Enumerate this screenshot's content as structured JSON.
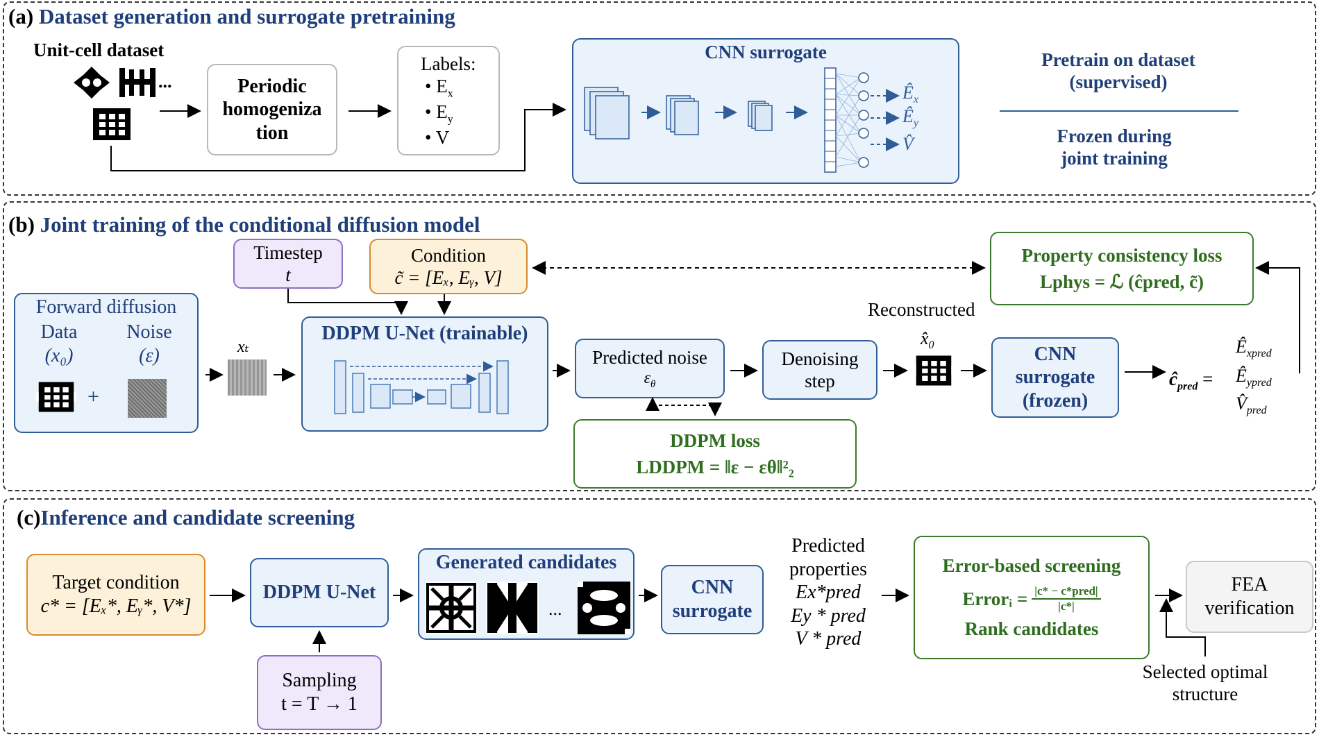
{
  "panel_a": {
    "tag": "(a)",
    "title": "Dataset generation and surrogate pretraining",
    "unitcell_label": "Unit-cell dataset",
    "ellipsis": "...",
    "homog": [
      "Periodic",
      "homogeniza",
      "tion"
    ],
    "labels_title": "Labels:",
    "labels": [
      "E",
      "E",
      "V"
    ],
    "label_subs": [
      "x",
      "y",
      ""
    ],
    "cnn_title": "CNN surrogate",
    "outputs": [
      "Ê",
      "Ê",
      "V̂"
    ],
    "output_subs": [
      "x",
      "y",
      ""
    ],
    "note_top": [
      "Pretrain on dataset",
      "(supervised)"
    ],
    "note_bottom": [
      "Frozen during",
      "joint training"
    ]
  },
  "panel_b": {
    "tag": "(b)",
    "title": "Joint training of the conditional diffusion model",
    "timestep": "Timestep",
    "timestep_sym": "t",
    "condition": "Condition",
    "condition_eq": "c̃ = [Eₓ, Eᵧ, V]",
    "forward_title": "Forward diffusion",
    "data_label": "Data",
    "data_sym": "(x₀)",
    "noise_label": "Noise",
    "noise_sym": "(ε)",
    "plus": "+",
    "xt": "xₜ",
    "unet": "DDPM U-Net (trainable)",
    "pred_noise": "Predicted noise",
    "eps_theta": "ε",
    "eps_theta_sub": "θ",
    "denoise": [
      "Denoising",
      "step"
    ],
    "reconstructed": "Reconstructed",
    "x0hat": "x̂",
    "x0hat_sub": "0",
    "cnn_frozen": [
      "CNN",
      "surrogate",
      "(frozen)"
    ],
    "cpred": "ĉ",
    "cpred_sub": "pred",
    "eq": "=",
    "preds": [
      "Ê",
      "Ê",
      "V̂"
    ],
    "pred_subs": [
      "xpred",
      "ypred",
      "pred"
    ],
    "phys_title": "Property consistency loss",
    "phys_eq": "Lphys = ℒ (ĉpred, c̃)",
    "ddpm_loss_title": "DDPM loss",
    "ddpm_loss_eq": "LDDPM = ‖ε − εθ‖²₂"
  },
  "panel_c": {
    "tag": "(c)",
    "title": "Inference and candidate screening",
    "target_title": "Target condition",
    "target_eq": "c* = [Eₓ*, Eᵧ*, V*]",
    "unet": "DDPM U-Net",
    "sampling": [
      "Sampling",
      "t = T → 1"
    ],
    "gen_title": "Generated candidates",
    "gen_ellipsis": "...",
    "cnn": [
      "CNN",
      "surrogate"
    ],
    "pred_props": [
      "Predicted",
      "properties",
      "Ex*pred",
      "Ey * pred",
      "V * pred"
    ],
    "screen_title": "Error-based screening",
    "error_label": "Errorᵢ =",
    "error_num": "|c* − c*pred|",
    "error_den": "|c*|",
    "rank": "Rank candidates",
    "fea": [
      "FEA",
      "verification"
    ],
    "selected": [
      "Selected optimal",
      "structure"
    ]
  },
  "colors": {
    "navy": "#1f3f7a",
    "green": "#2f6d1f",
    "blue_fill": "#eaf2fb",
    "orange_fill": "#fdf2d9",
    "purple_fill": "#efe9fb"
  }
}
